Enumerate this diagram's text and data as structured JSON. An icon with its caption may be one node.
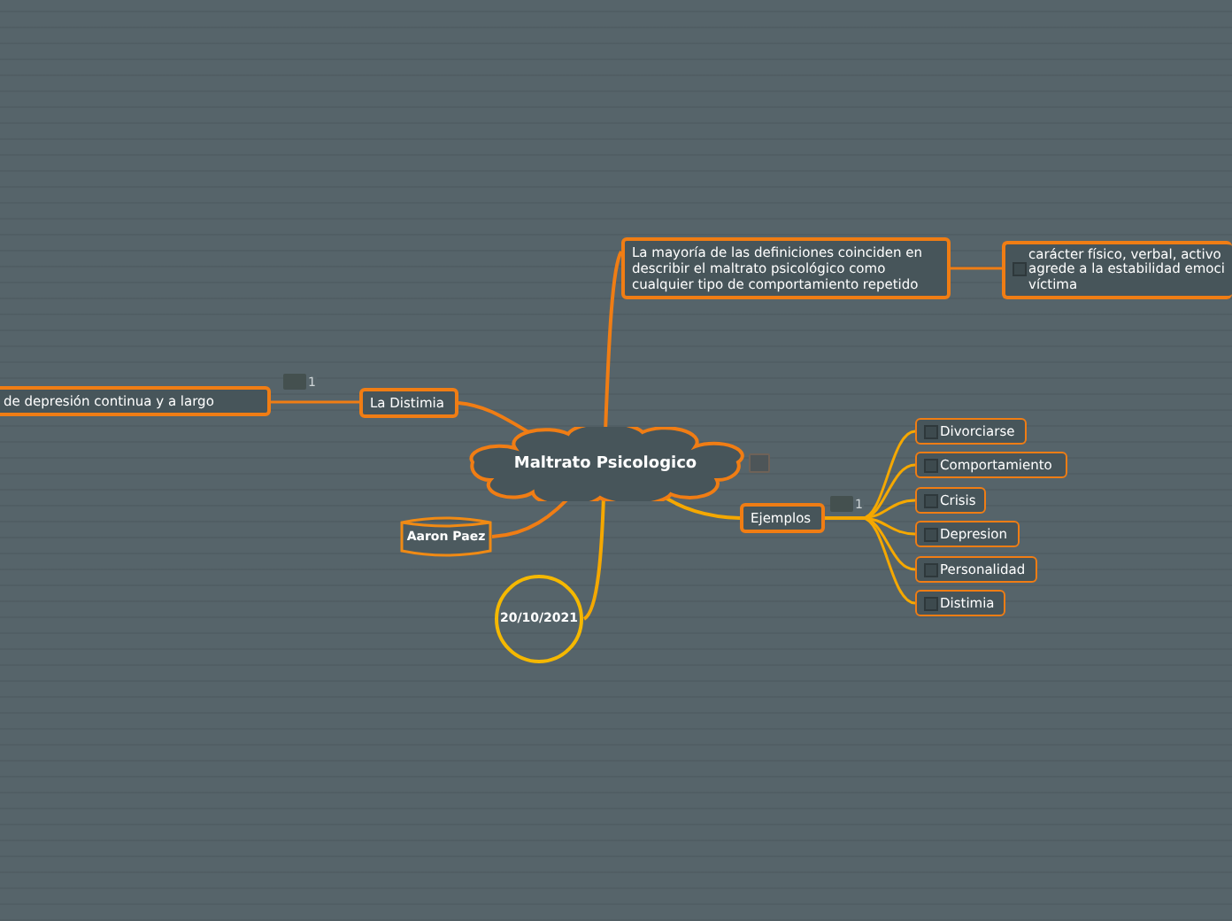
{
  "diagram": {
    "nodes": [
      {
        "text": [
          "Maltrato Psicologico"
        ]
      },
      {
        "text": [
          "La Distimia"
        ]
      },
      {
        "text": [
          "de depresión continua y a largo"
        ]
      },
      {
        "text": [
          "La mayoría de las definiciones coinciden en describir el maltrato psicológico como cualquier tipo de comportamiento repetido"
        ]
      },
      {
        "text": [
          "carácter físico, verbal, activo agrede a la estabilidad emoci víctima"
        ]
      },
      {
        "text": [
          "Aaron Paez"
        ]
      },
      {
        "text": [
          "20/10/2021"
        ]
      },
      {
        "text": [
          "Ejemplos"
        ]
      },
      {
        "text": [
          "Divorciarse"
        ]
      },
      {
        "text": [
          "Comportamiento"
        ]
      },
      {
        "text": [
          "Crisis"
        ]
      },
      {
        "text": [
          "Depresion"
        ]
      },
      {
        "text": [
          "Personalidad"
        ]
      },
      {
        "text": [
          "Distimia"
        ]
      }
    ],
    "edges": [
      {
        "from": 0,
        "to": 1,
        "arrow": "none",
        "color": "#f07d14"
      },
      {
        "from": 1,
        "to": 2,
        "arrow": "none",
        "color": "#f07d14"
      },
      {
        "from": 0,
        "to": 3,
        "arrow": "none",
        "color": "#f07d14"
      },
      {
        "from": 3,
        "to": 4,
        "arrow": "none",
        "color": "#f07d14"
      },
      {
        "from": 0,
        "to": 5,
        "arrow": "none",
        "color": "#f07d14"
      },
      {
        "from": 0,
        "to": 6,
        "arrow": "none"
      },
      {
        "from": 0,
        "to": 7,
        "arrow": "none"
      },
      {
        "from": 7,
        "to": 8,
        "arrow": "none"
      },
      {
        "from": 7,
        "to": 9,
        "arrow": "none"
      },
      {
        "from": 7,
        "to": 10,
        "arrow": "none"
      },
      {
        "from": 7,
        "to": 11,
        "arrow": "none"
      },
      {
        "from": 7,
        "to": 12,
        "arrow": "none"
      },
      {
        "from": 7,
        "to": 13,
        "arrow": "none"
      }
    ],
    "labels": [
      "1",
      "1"
    ]
  }
}
